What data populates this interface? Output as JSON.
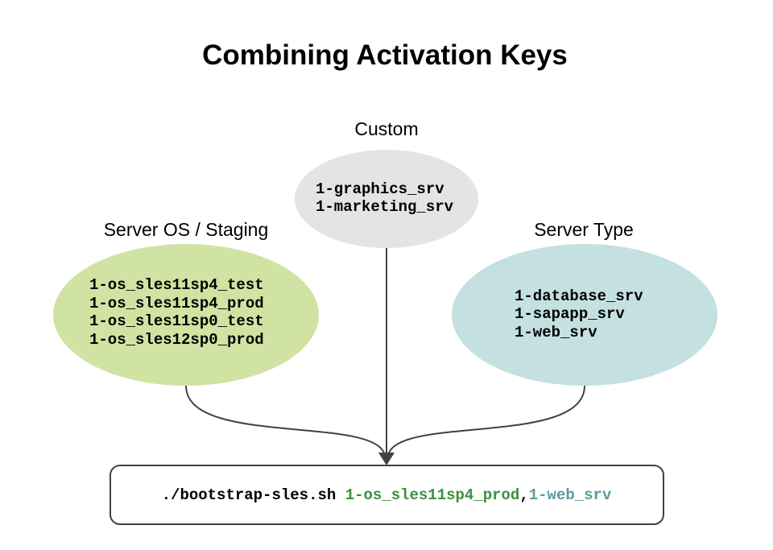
{
  "title": "Combining Activation Keys",
  "colors": {
    "custom_fill": "#e3e4e5",
    "os_fill": "#d0e3a2",
    "type_fill": "#c4e0e0",
    "connector": "#3f4244",
    "box_border": "#3f4244",
    "os_key_text": "#3e8f3e",
    "type_key_text": "#5a9c9c"
  },
  "groups": {
    "custom": {
      "label": "Custom",
      "keys": [
        "1-graphics_srv",
        "1-marketing_srv"
      ]
    },
    "os": {
      "label": "Server OS / Staging",
      "keys": [
        "1-os_sles11sp4_test",
        "1-os_sles11sp4_prod",
        "1-os_sles11sp0_test",
        "1-os_sles12sp0_prod"
      ]
    },
    "type": {
      "label": "Server Type",
      "keys": [
        "1-database_srv",
        "1-sapapp_srv",
        "1-web_srv"
      ]
    }
  },
  "command": {
    "script": "./bootstrap-sles.sh ",
    "os_key": "1-os_sles11sp4_prod",
    "separator": ",",
    "type_key": "1-web_srv"
  }
}
